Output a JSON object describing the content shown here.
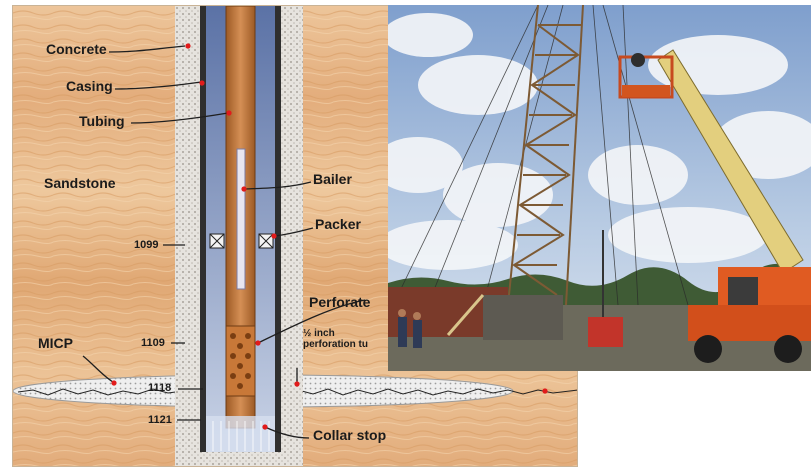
{
  "diagram": {
    "labels": {
      "concrete": "Concrete",
      "casing": "Casing",
      "tubing": "Tubing",
      "sandstone": "Sandstone",
      "bailer": "Bailer",
      "packer": "Packer",
      "perforated": "Perforate",
      "perforation_tube_line1": "½ inch",
      "perforation_tube_line2": "perforation tu",
      "micp": "MICP",
      "collar_stop": "Collar stop"
    },
    "depths": {
      "d1099": "1099",
      "d1109": "1109",
      "d1118": "1118",
      "d1121": "1121"
    }
  },
  "colors": {
    "sandstone": "#e7b98a",
    "concrete": "#e3dfd8",
    "casing": "#2f2f2f",
    "annulus": "#5a73a8",
    "tubing": "#c8864a",
    "leader_dot": "#e11b1b",
    "sky": "#9db7d9",
    "crane": "#e05b22",
    "boom": "#e3cf7e"
  },
  "photo": {
    "caption": ""
  }
}
